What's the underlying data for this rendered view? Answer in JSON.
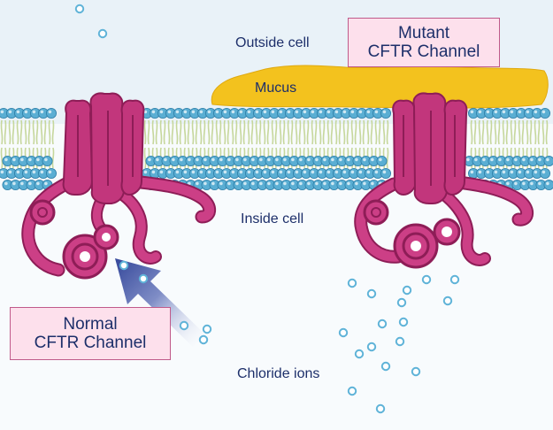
{
  "labels": {
    "outside_cell": "Outside cell",
    "inside_cell": "Inside cell",
    "mucus": "Mucus",
    "chloride_ions": "Chloride ions"
  },
  "callouts": {
    "mutant": {
      "line1": "Mutant",
      "line2": "CFTR Channel"
    },
    "normal": {
      "line1": "Normal",
      "line2": "CFTR Channel"
    }
  },
  "colors": {
    "outside_bg": "#e9f2f8",
    "inside_bg": "#f8fbfd",
    "lipid_head": "#5aaed3",
    "lipid_tail": "#c6d79c",
    "protein": "#c2367c",
    "protein_dark": "#8e1d57",
    "mucus": "#f3c21e",
    "ion": "#5fb3d8",
    "arrow": "#3d4f9d",
    "label_text": "#1d2f6a",
    "callout_fill": "#fde0ec",
    "callout_border": "#c05a8a"
  }
}
